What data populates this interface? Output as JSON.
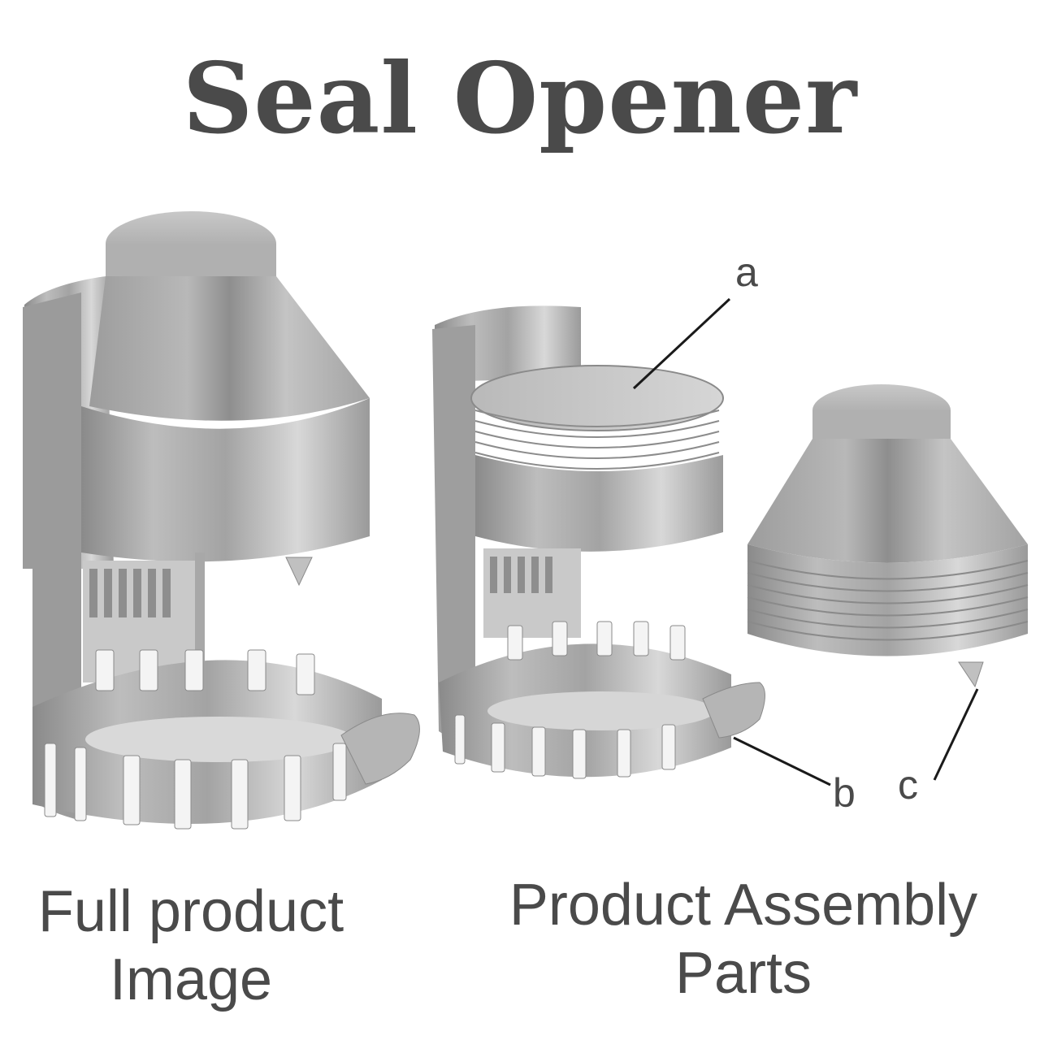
{
  "title": "Seal Opener",
  "captions": {
    "full_product": [
      "Full product",
      "Image"
    ],
    "assembly_parts": [
      "Product Assembly",
      "Parts"
    ]
  },
  "callouts": {
    "a": "a",
    "b": "b",
    "c": "c"
  },
  "colors": {
    "text": "#4a4a4a",
    "metal_light": "#d4d4d4",
    "metal_mid": "#a8a8a8",
    "metal_dark": "#7a7a7a"
  }
}
